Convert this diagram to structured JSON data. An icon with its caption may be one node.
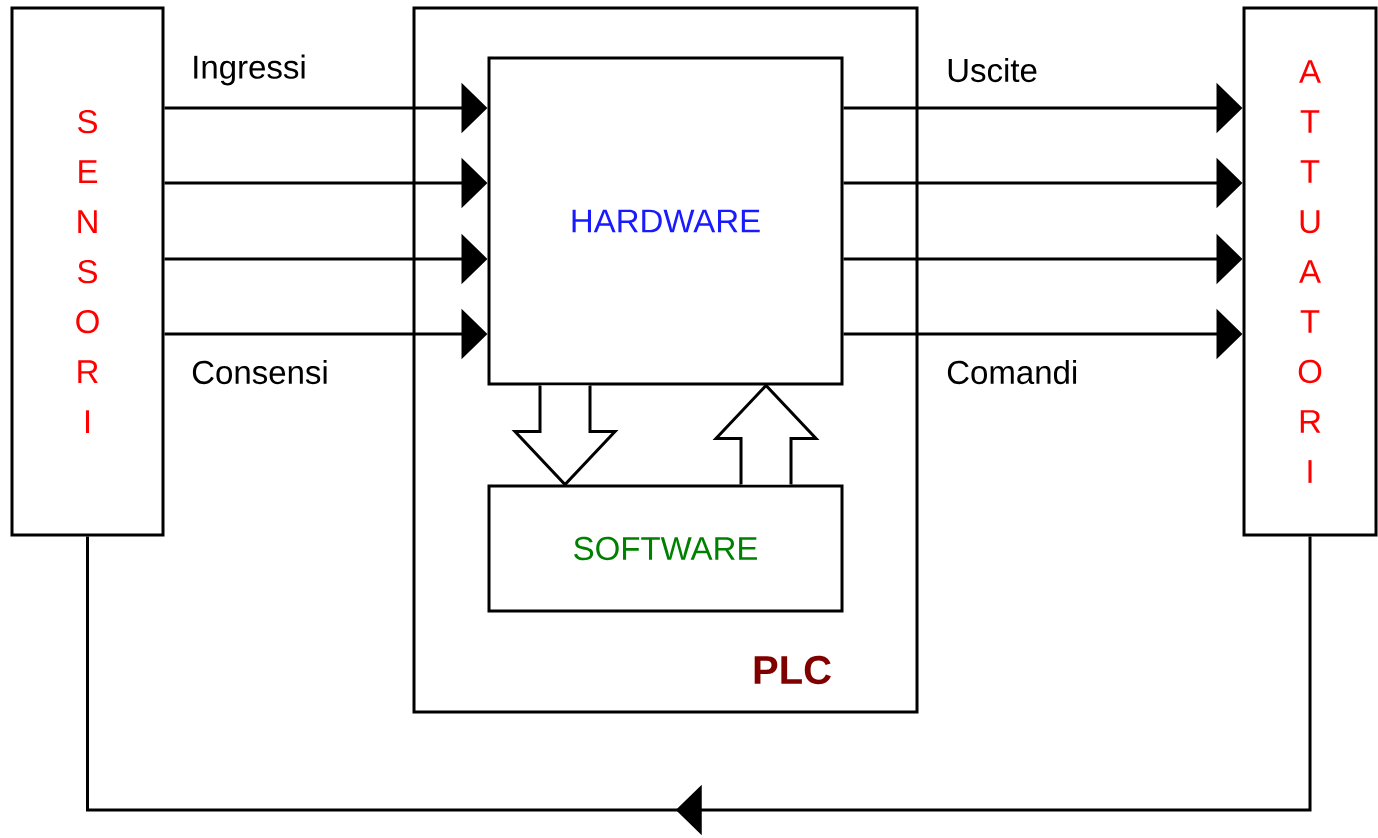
{
  "diagram": {
    "nodes": [
      {
        "text": [
          "S E N S O R I"
        ]
      },
      {
        "text": [
          "PLC"
        ]
      },
      {
        "text": [
          "HARDWARE"
        ],
        "in": 1
      },
      {
        "text": [
          "SOFTWARE"
        ],
        "in": 1
      },
      {
        "text": [
          "A T T U A T O R I"
        ]
      }
    ],
    "edges": [
      {
        "from": 0,
        "to": 2,
        "arrow": "to",
        "label": "Ingressi"
      },
      {
        "from": 0,
        "to": 2,
        "arrow": "to"
      },
      {
        "from": 0,
        "to": 2,
        "arrow": "to"
      },
      {
        "from": 0,
        "to": 2,
        "arrow": "to",
        "label": "Consensi"
      },
      {
        "from": 2,
        "to": 4,
        "arrow": "to",
        "label": "Uscite"
      },
      {
        "from": 2,
        "to": 4,
        "arrow": "to"
      },
      {
        "from": 2,
        "to": 4,
        "arrow": "to"
      },
      {
        "from": 2,
        "to": 4,
        "arrow": "to",
        "label": "Comandi"
      },
      {
        "from": 2,
        "to": 3,
        "arrow": "to"
      },
      {
        "from": 3,
        "to": 2,
        "arrow": "to"
      },
      {
        "from": 4,
        "to": 0,
        "arrow": "to"
      }
    ]
  }
}
